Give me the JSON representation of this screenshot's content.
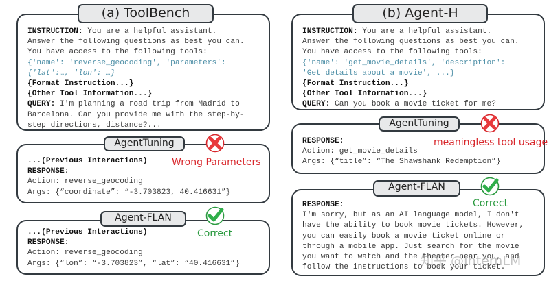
{
  "panel_a": {
    "title": "(a) ToolBench",
    "prompt": {
      "instruction_label": "INSTRUCTION:",
      "instruction_text": " You are a helpful assistant.",
      "line2": "Answer the following questions as best you can.",
      "line3": "You have access to the following tools:",
      "tool_line1": "{'name': 'reverse_geocoding', 'parameters':",
      "tool_line2": "{'lat':…, 'lon': …}",
      "format": "{Format Instruction...}",
      "other": "{Other Tool Information...}",
      "query_label": "QUERY:",
      "query_line1": " I'm planning a road trip from Madrid to",
      "query_line2": "Barcelona. Can you provide me with the step-by-",
      "query_line3": "step directions, distance?..."
    },
    "agenttuning": {
      "title": "AgentTuning",
      "verdict": "Wrong Parameters",
      "verdict_icon": "x-mark-icon",
      "prev": "...(Previous Interactions)",
      "response_label": "RESPONSE:",
      "action": "Action: reverse_geocoding",
      "args": "Args: {“coordinate”: “-3.703823, 40.416631”}"
    },
    "agentflan": {
      "title": "Agent-FLAN",
      "verdict": "Correct",
      "verdict_icon": "check-mark-icon",
      "prev": "...(Previous Interactions)",
      "response_label": "RESPONSE:",
      "action": "Action: reverse_geocoding",
      "args": "Args: {“lon”: “-3.703823”, “lat”: “40.416631”}"
    }
  },
  "panel_b": {
    "title": "(b) Agent-H",
    "prompt": {
      "instruction_label": "INSTRUCTION:",
      "instruction_text": " You are a helpful assistant.",
      "line2": "Answer the following questions as best you can.",
      "line3": "You have access to the following tools:",
      "tool_line1": "{'name': 'get_movie_details', 'description':",
      "tool_line2": "'Get details about a movie', ...}",
      "format": "{Format Instruction...}",
      "other": "{Other Tool Information...}",
      "query_label": "QUERY:",
      "query_line1": " Can you book a movie ticket for me?"
    },
    "agenttuning": {
      "title": "AgentTuning",
      "verdict": "meaningless tool usage",
      "verdict_icon": "x-mark-icon",
      "response_label": "RESPONSE:",
      "action": "Action: get_movie_details",
      "args": "Args: {“title”: “The Shawshank Redemption”}"
    },
    "agentflan": {
      "title": "Agent-FLAN",
      "verdict": "Correct",
      "verdict_icon": "check-mark-icon",
      "response_label": "RESPONSE:",
      "lines": [
        "I'm sorry, but as an AI language model, I don't",
        "have the ability to book movie tickets. However,",
        "you can easily book a movie ticket online or",
        "through a mobile app. Just search for the movie",
        "you want to watch and the theater near you, and",
        "follow the instructions to book your ticket."
      ]
    }
  },
  "watermark": "知乎 @InternLM",
  "colors": {
    "border": "#333a40",
    "tab_fill": "#e8e9ea",
    "tool_text": "#4c8ea6",
    "wrong": "#d8262b",
    "correct": "#2a9a3f"
  }
}
